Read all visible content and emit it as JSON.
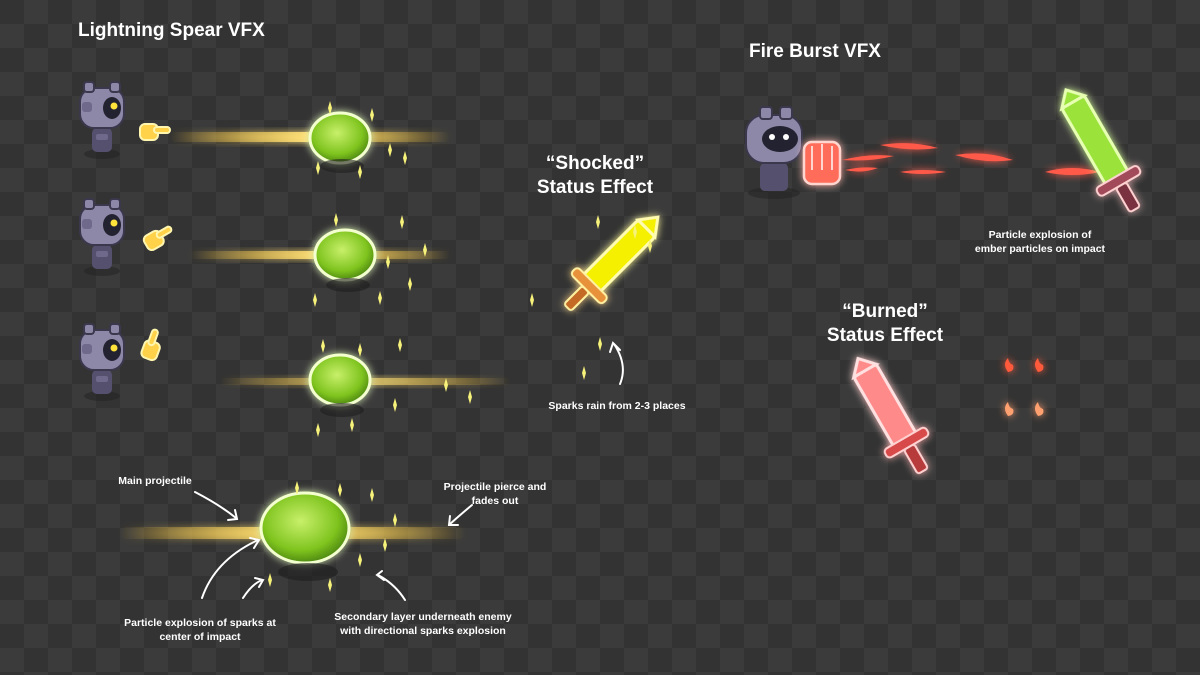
{
  "sections": {
    "lightning": {
      "title": "Lightning Spear VFX"
    },
    "fire": {
      "title": "Fire Burst VFX"
    }
  },
  "status_effects": {
    "shocked": {
      "line1": "“Shocked”",
      "line2": "Status Effect"
    },
    "burned": {
      "line1": "“Burned”",
      "line2": "Status Effect"
    }
  },
  "annotations": {
    "main_projectile": "Main projectile",
    "pierce_line1": "Projectile pierce and",
    "pierce_line2": "fades out",
    "sparks_center_line1": "Particle explosion of sparks at",
    "sparks_center_line2": "center of impact",
    "secondary_line1": "Secondary layer underneath enemy",
    "secondary_line2": "with directional sparks explosion",
    "sparks_rain": "Sparks rain from 2-3 places",
    "ember_line1": "Particle explosion of",
    "ember_line2": "ember particles on impact"
  },
  "colors": {
    "lightning_beam": "#ffc93a",
    "lightning_orb": "#8fd12e",
    "shocked_sword": "#f4f000",
    "fire_particle": "#ff5a4a",
    "burned_sword": "#ff6b6b",
    "poison_sword": "#9be23a",
    "robot": "#8d88a8"
  },
  "icons": [
    "robot-enemy-icon",
    "pointing-hand-icon",
    "fist-hand-icon",
    "sword-icon",
    "flame-icon",
    "spark-icon",
    "arrow-icon"
  ]
}
